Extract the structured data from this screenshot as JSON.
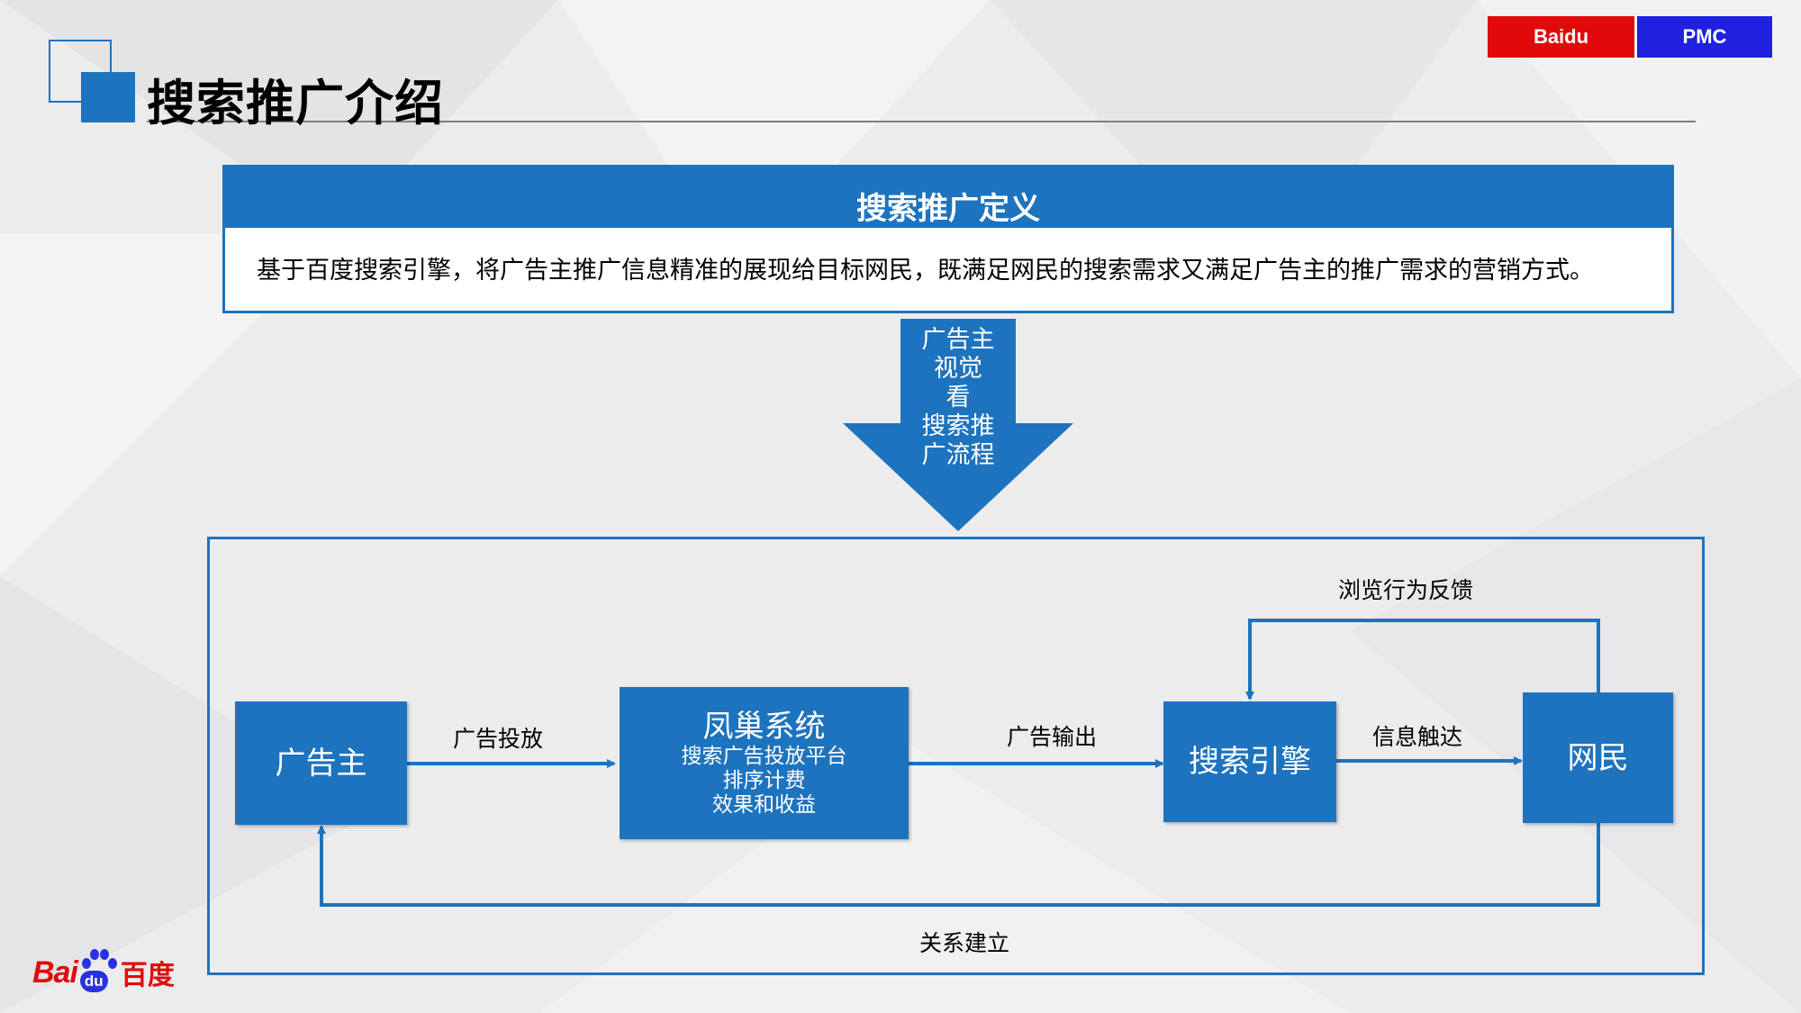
{
  "header": {
    "tag_baidu": "Baidu",
    "tag_pmc": "PMC",
    "title": "搜索推广介绍"
  },
  "definition": {
    "heading": "搜索推广定义",
    "text": "基于百度搜索引擎，将广告主推广信息精准的展现给目标网民，既满足网民的搜索需求又满足广告主的推广需求的营销方式。"
  },
  "arrow": {
    "lines": [
      "广告主",
      "视觉",
      "看",
      "搜索推",
      "广流程"
    ]
  },
  "flow": {
    "nodes": {
      "advertiser": "广告主",
      "fengchao_title": "凤巢系统",
      "fengchao_line1": "搜索广告投放平台",
      "fengchao_line2": "排序计费",
      "fengchao_line3": "效果和收益",
      "search_engine": "搜索引擎",
      "netizen": "网民"
    },
    "labels": {
      "ad_placement": "广告投放",
      "ad_output": "广告输出",
      "info_reach": "信息触达",
      "browse_feedback": "浏览行为反馈",
      "relationship": "关系建立"
    }
  },
  "logo": {
    "bai": "Bai",
    "du": "du",
    "cn": "百度"
  },
  "colors": {
    "accent_blue": "#1e73be",
    "tag_red": "#e10a0a",
    "tag_blue": "#2020e0"
  }
}
